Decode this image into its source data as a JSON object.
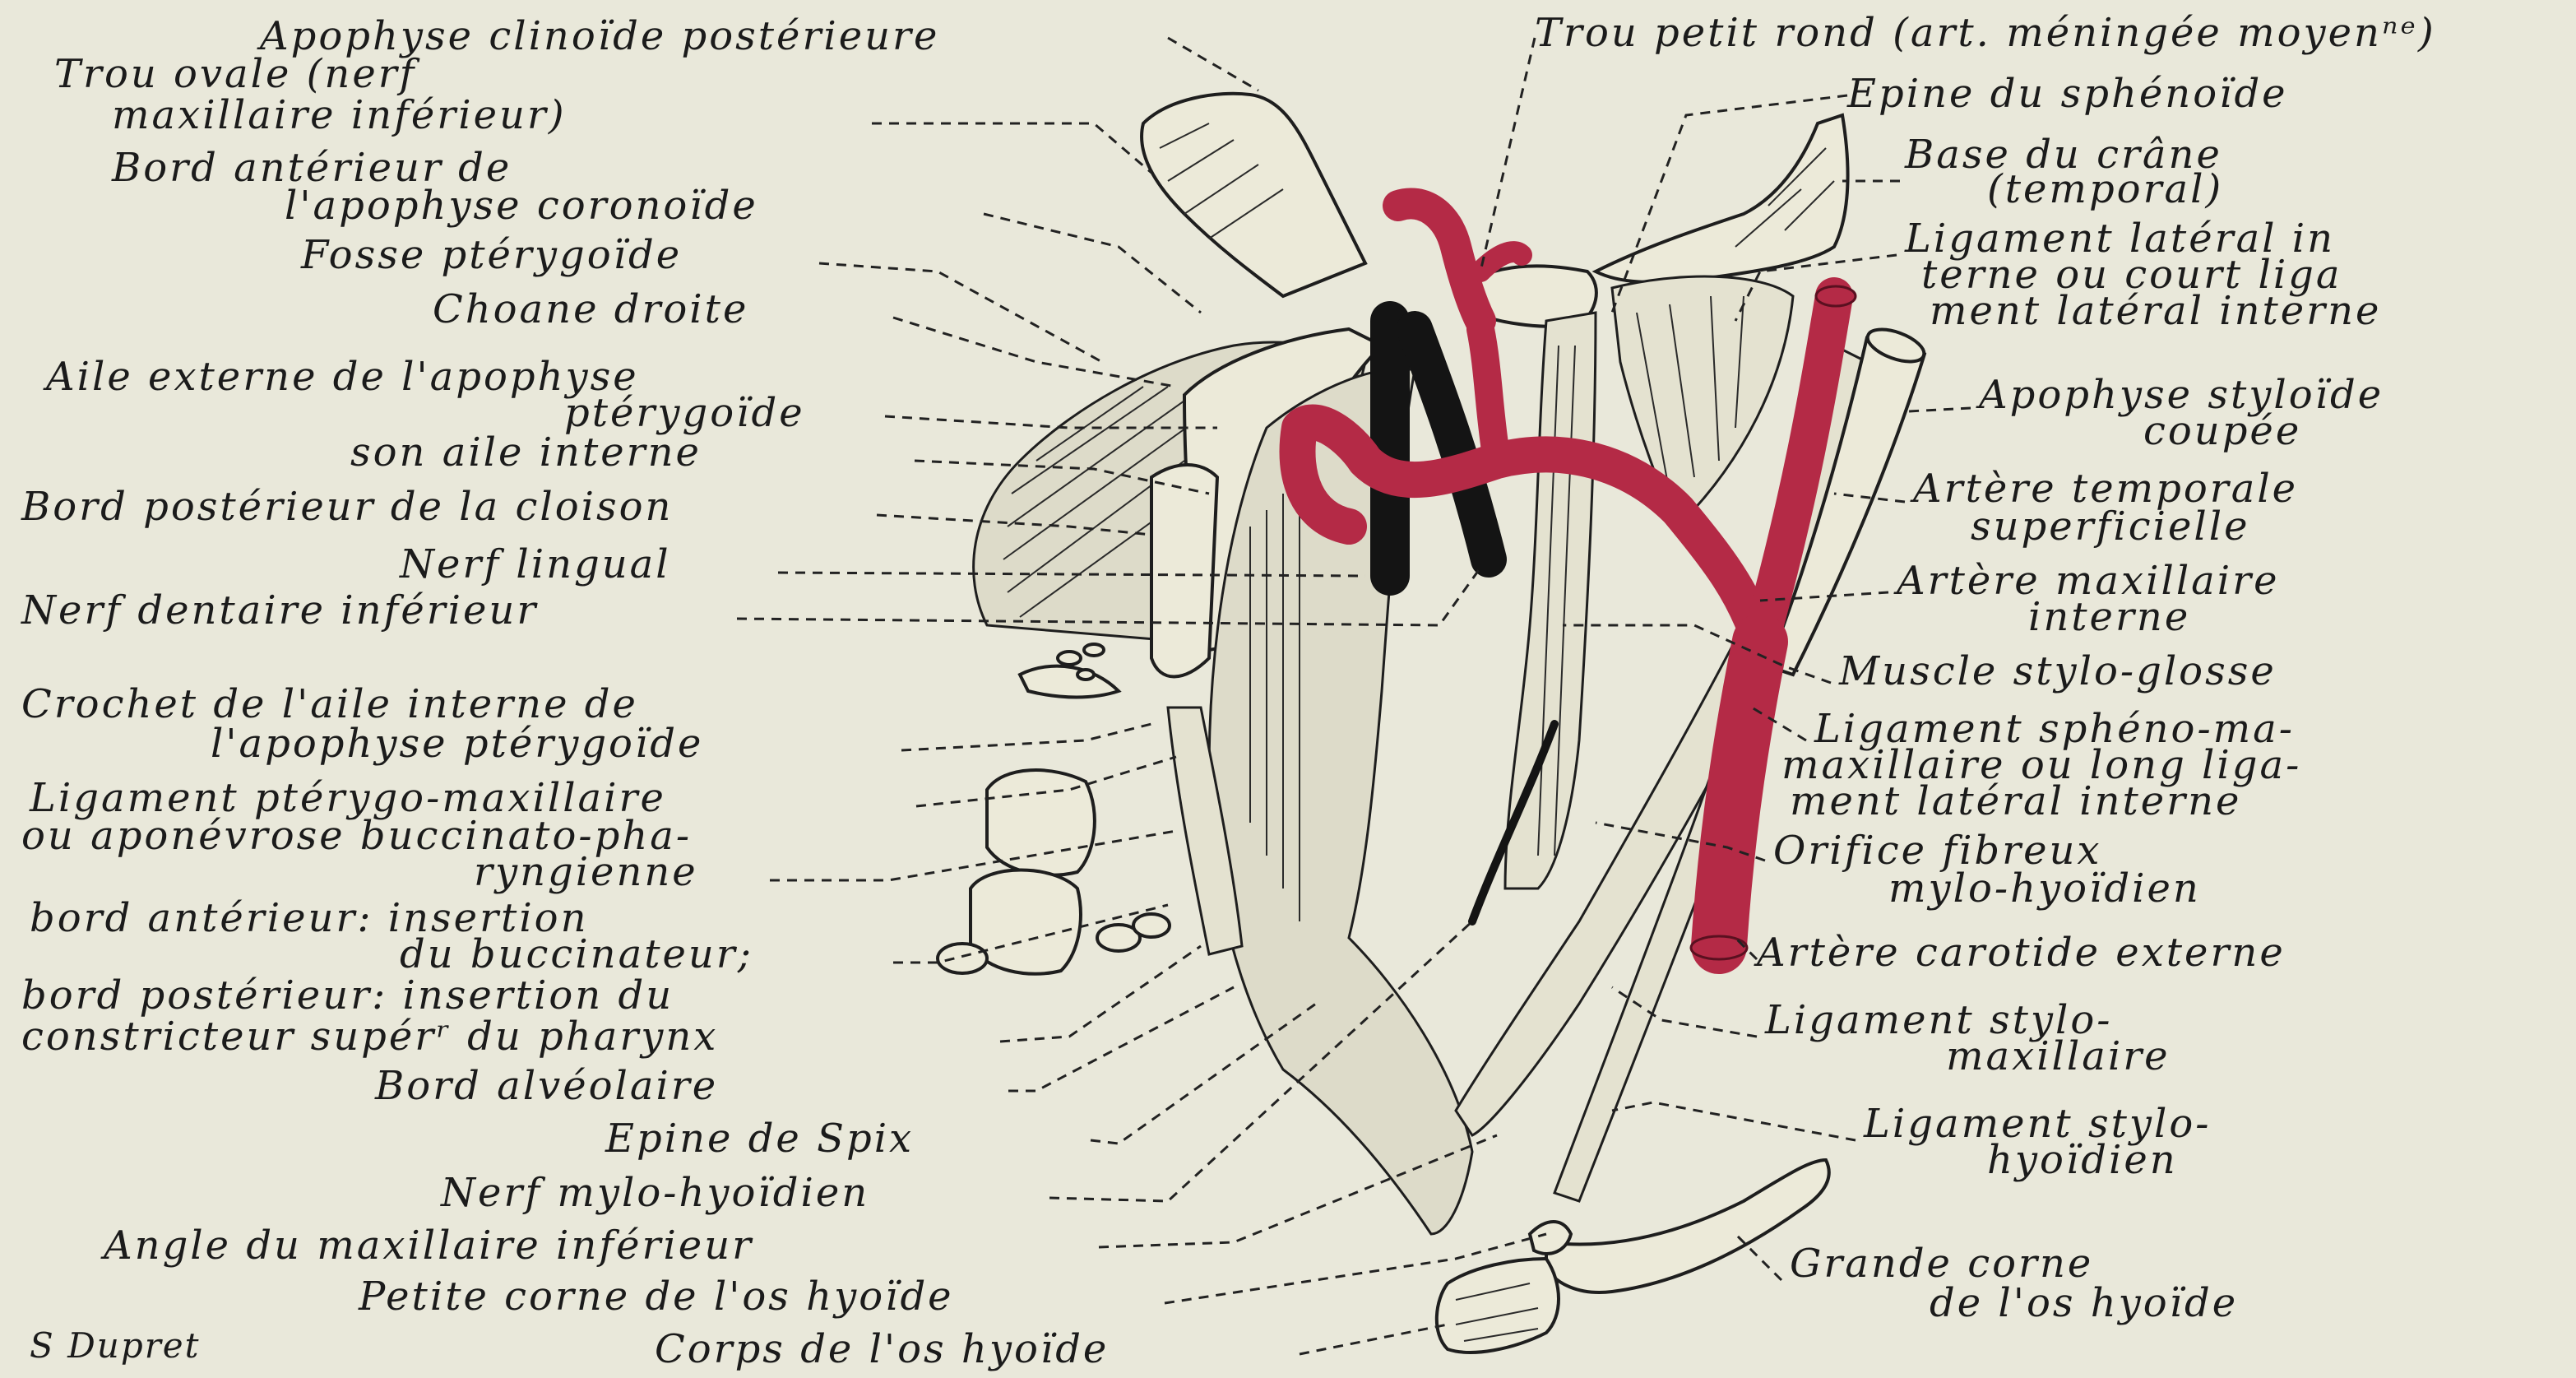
{
  "labels_left": [
    {
      "id": "apophyse-clinoide",
      "text": "Apophyse clinoïde postérieure"
    },
    {
      "id": "trou-ovale-1",
      "text": "Trou ovale (nerf"
    },
    {
      "id": "trou-ovale-2",
      "text": "maxillaire inférieur)"
    },
    {
      "id": "bord-anterieur-coronoide-1",
      "text": "Bord antérieur de"
    },
    {
      "id": "bord-anterieur-coronoide-2",
      "text": "l'apophyse coronoïde"
    },
    {
      "id": "fosse-pterygoide",
      "text": "Fosse ptérygoïde"
    },
    {
      "id": "choane-droite",
      "text": "Choane droite"
    },
    {
      "id": "aile-externe-1",
      "text": "Aile externe de l'apophyse"
    },
    {
      "id": "aile-externe-2",
      "text": "ptérygoïde"
    },
    {
      "id": "aile-interne",
      "text": "son aile interne"
    },
    {
      "id": "bord-posterieur-cloison",
      "text": "Bord postérieur de la cloison"
    },
    {
      "id": "nerf-lingual",
      "text": "Nerf lingual"
    },
    {
      "id": "nerf-dentaire",
      "text": "Nerf dentaire inférieur"
    },
    {
      "id": "crochet-1",
      "text": "Crochet de l'aile interne de"
    },
    {
      "id": "crochet-2",
      "text": "l'apophyse ptérygoïde"
    },
    {
      "id": "lig-pterygo-1",
      "text": "Ligament ptérygo-maxillaire"
    },
    {
      "id": "lig-pterygo-2",
      "text": "ou aponévrose buccinato-pha-"
    },
    {
      "id": "lig-pterygo-3",
      "text": "ryngienne"
    },
    {
      "id": "bord-ant-insertion-1",
      "text": "bord antérieur: insertion"
    },
    {
      "id": "bord-ant-insertion-2",
      "text": "du buccinateur;"
    },
    {
      "id": "bord-post-insertion-1",
      "text": "bord postérieur: insertion du"
    },
    {
      "id": "bord-post-insertion-2",
      "text": "constricteur supérʳ du pharynx"
    },
    {
      "id": "bord-alveolaire",
      "text": "Bord alvéolaire"
    },
    {
      "id": "epine-spix",
      "text": "Epine de Spix"
    },
    {
      "id": "nerf-mylo",
      "text": "Nerf mylo-hyoïdien"
    },
    {
      "id": "angle-maxillaire",
      "text": "Angle du maxillaire inférieur"
    },
    {
      "id": "petite-corne",
      "text": "Petite corne de l'os hyoïde"
    },
    {
      "id": "corps-hyoide",
      "text": "Corps de l'os hyoïde"
    }
  ],
  "labels_right": [
    {
      "id": "trou-petit-rond",
      "text": "Trou petit rond (art. méningée moyenⁿᵉ)"
    },
    {
      "id": "epine-sphenoide",
      "text": "Epine du sphénoïde"
    },
    {
      "id": "base-crane-1",
      "text": "Base du crâne"
    },
    {
      "id": "base-crane-2",
      "text": "(temporal)"
    },
    {
      "id": "lig-lateral-1",
      "text": "Ligament latéral in"
    },
    {
      "id": "lig-lateral-2",
      "text": "terne ou court liga"
    },
    {
      "id": "lig-lateral-3",
      "text": "ment latéral interne"
    },
    {
      "id": "apophyse-styloide-1",
      "text": "Apophyse styloïde"
    },
    {
      "id": "apophyse-styloide-2",
      "text": "coupée"
    },
    {
      "id": "art-temporale-1",
      "text": "Artère temporale"
    },
    {
      "id": "art-temporale-2",
      "text": "superficielle"
    },
    {
      "id": "art-maxillaire-1",
      "text": "Artère maxillaire"
    },
    {
      "id": "art-maxillaire-2",
      "text": "interne"
    },
    {
      "id": "muscle-stylo-glosse",
      "text": "Muscle stylo-glosse"
    },
    {
      "id": "lig-spheno-1",
      "text": "Ligament sphéno-ma-"
    },
    {
      "id": "lig-spheno-2",
      "text": "maxillaire ou long liga-"
    },
    {
      "id": "lig-spheno-3",
      "text": "ment latéral interne"
    },
    {
      "id": "orifice-fibreux-1",
      "text": "Orifice fibreux"
    },
    {
      "id": "orifice-fibreux-2",
      "text": "mylo-hyoïdien"
    },
    {
      "id": "art-carotide",
      "text": "Artère carotide externe"
    },
    {
      "id": "lig-stylo-max-1",
      "text": "Ligament stylo-"
    },
    {
      "id": "lig-stylo-max-2",
      "text": "maxillaire"
    },
    {
      "id": "lig-stylo-hyo-1",
      "text": "Ligament stylo-"
    },
    {
      "id": "lig-stylo-hyo-2",
      "text": "hyoïdien"
    },
    {
      "id": "grande-corne-1",
      "text": "Grande corne"
    },
    {
      "id": "grande-corne-2",
      "text": "de l'os hyoïde"
    }
  ],
  "signature": "S Dupret",
  "colors": {
    "background": "#e9e8da",
    "artery": "#b42a46",
    "nerve": "#141414",
    "ink": "#1b1b1b"
  }
}
